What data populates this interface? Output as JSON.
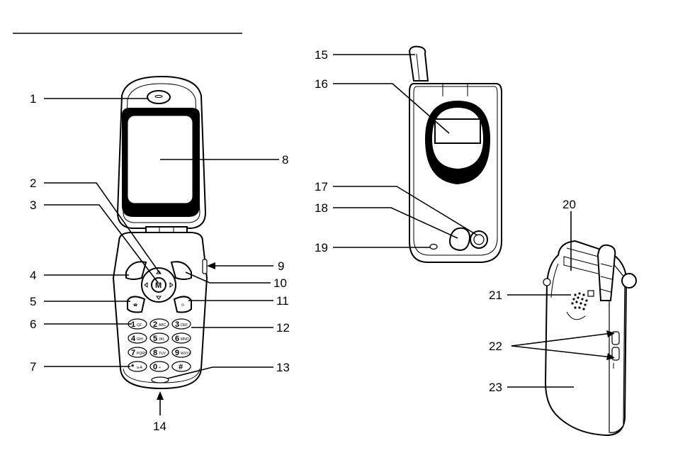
{
  "callouts": [
    "1",
    "2",
    "3",
    "4",
    "5",
    "6",
    "7",
    "8",
    "9",
    "10",
    "11",
    "12",
    "13",
    "14",
    "15",
    "16",
    "17",
    "18",
    "19",
    "20",
    "21",
    "22",
    "23"
  ],
  "keypad": {
    "nav_center": "M",
    "keys": [
      {
        "digit": "1",
        "sub": "QZ"
      },
      {
        "digit": "2",
        "sub": "ABC"
      },
      {
        "digit": "3",
        "sub": "DEF"
      },
      {
        "digit": "4",
        "sub": "GHI"
      },
      {
        "digit": "5",
        "sub": "JKL"
      },
      {
        "digit": "6",
        "sub": "MNO"
      },
      {
        "digit": "7",
        "sub": "PQRS"
      },
      {
        "digit": "8",
        "sub": "TUV"
      },
      {
        "digit": "9",
        "sub": "WXYZ"
      },
      {
        "digit": "*",
        "sub": "a-A"
      },
      {
        "digit": "0",
        "sub": "+"
      },
      {
        "digit": "#",
        "sub": ""
      }
    ]
  }
}
